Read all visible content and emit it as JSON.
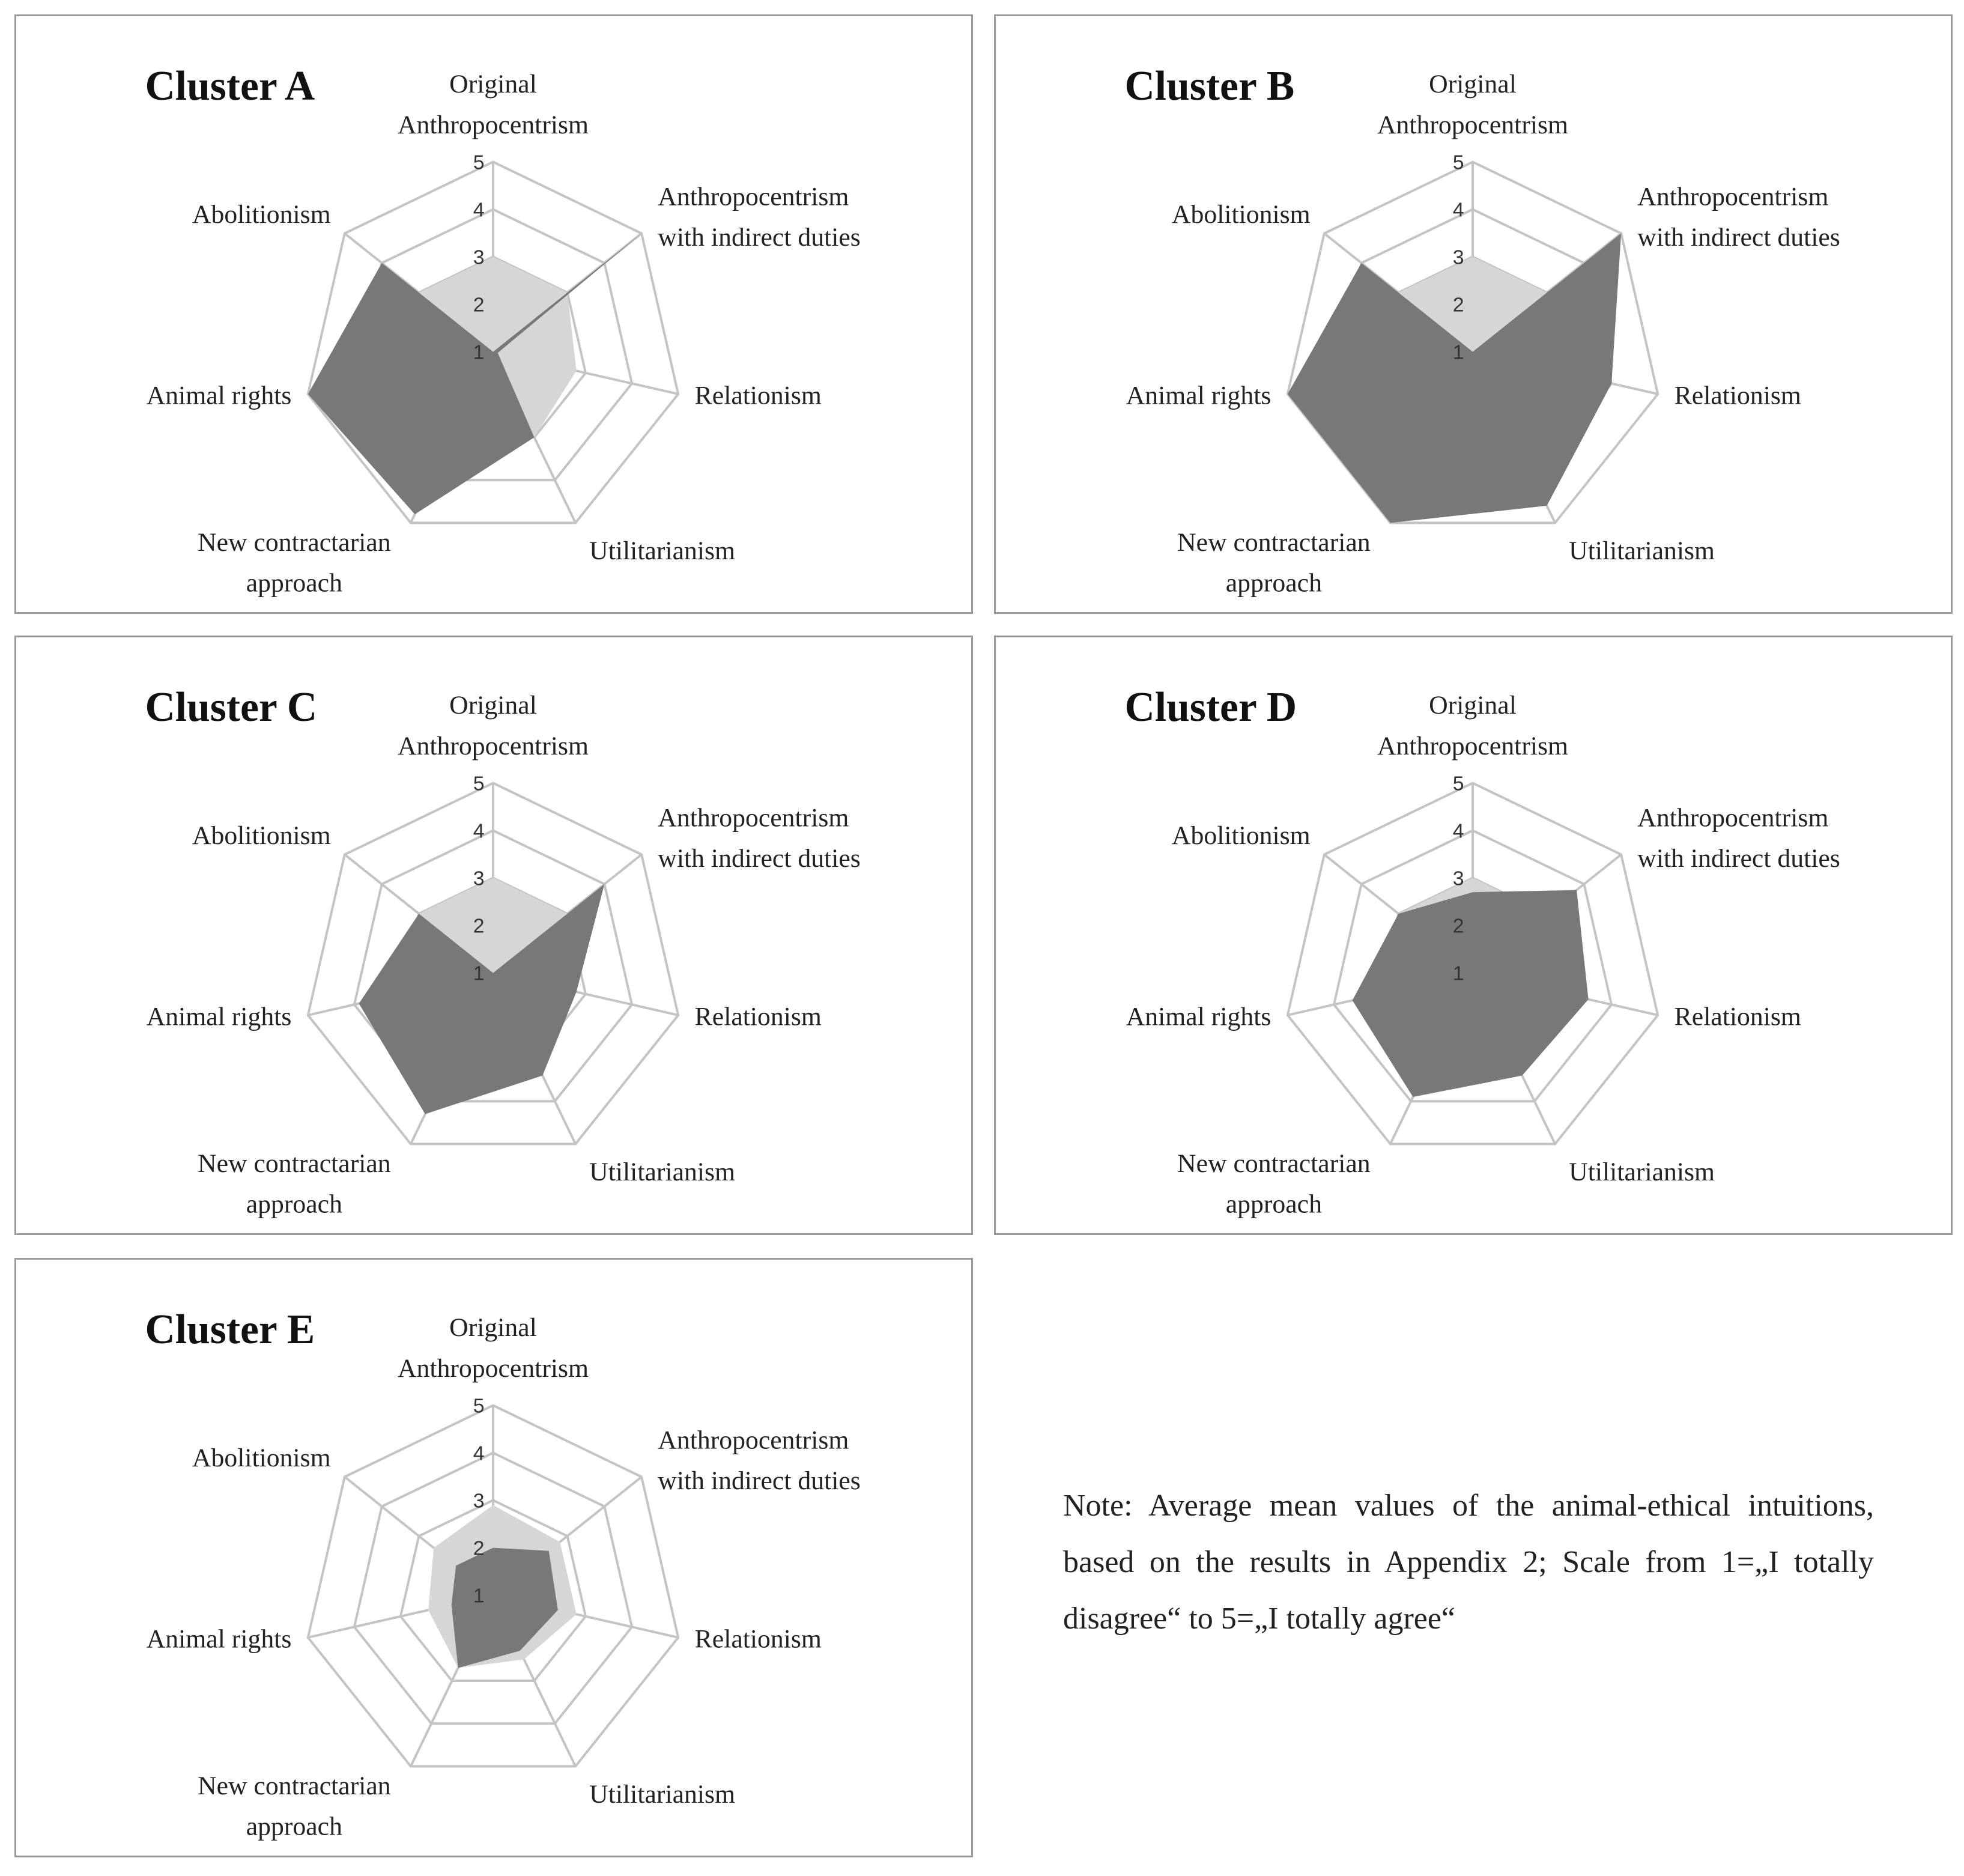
{
  "chart_data": [
    {
      "type": "radar",
      "title": "Cluster A",
      "axes": [
        "Original Anthropocentrism",
        "Anthropocentrism with indirect duties",
        "Relationism",
        "Utilitarianism",
        "New contractarian approach",
        "Animal rights",
        "Abolitionism"
      ],
      "ticks": [
        "1",
        "2",
        "3",
        "4",
        "5"
      ],
      "rlim": [
        1,
        5
      ],
      "series": [
        {
          "values": [
            1.0,
            5.0,
            1.1,
            3.0,
            4.8,
            5.0,
            4.0
          ]
        },
        {
          "values": [
            3.0,
            3.0,
            2.8,
            3.0,
            3.0,
            3.0,
            3.0
          ]
        }
      ]
    },
    {
      "type": "radar",
      "title": "Cluster B",
      "axes": [
        "Original Anthropocentrism",
        "Anthropocentrism with indirect duties",
        "Relationism",
        "Utilitarianism",
        "New contractarian approach",
        "Animal rights",
        "Abolitionism"
      ],
      "ticks": [
        "1",
        "2",
        "3",
        "4",
        "5"
      ],
      "rlim": [
        1,
        5
      ],
      "series": [
        {
          "values": [
            1.0,
            5.0,
            4.0,
            4.6,
            5.0,
            5.0,
            4.0
          ]
        },
        {
          "values": [
            3.0,
            3.0,
            2.8,
            3.0,
            3.0,
            3.0,
            3.0
          ]
        }
      ]
    },
    {
      "type": "radar",
      "title": "Cluster C",
      "axes": [
        "Original Anthropocentrism",
        "Anthropocentrism with indirect duties",
        "Relationism",
        "Utilitarianism",
        "New contractarian approach",
        "Animal rights",
        "Abolitionism"
      ],
      "ticks": [
        "1",
        "2",
        "3",
        "4",
        "5"
      ],
      "rlim": [
        1,
        5
      ],
      "series": [
        {
          "values": [
            1.0,
            4.0,
            2.8,
            3.4,
            4.3,
            3.9,
            3.0
          ]
        },
        {
          "values": [
            3.0,
            3.0,
            2.8,
            3.0,
            3.0,
            3.0,
            3.0
          ]
        }
      ]
    },
    {
      "type": "radar",
      "title": "Cluster D",
      "axes": [
        "Original Anthropocentrism",
        "Anthropocentrism with indirect duties",
        "Relationism",
        "Utilitarianism",
        "New contractarian approach",
        "Animal rights",
        "Abolitionism"
      ],
      "ticks": [
        "1",
        "2",
        "3",
        "4",
        "5"
      ],
      "rlim": [
        1,
        5
      ],
      "series": [
        {
          "values": [
            2.7,
            3.8,
            3.5,
            3.4,
            3.9,
            3.6,
            3.0
          ]
        },
        {
          "values": [
            3.0,
            3.0,
            2.8,
            3.0,
            3.0,
            3.0,
            3.0
          ]
        }
      ]
    },
    {
      "type": "radar",
      "title": "Cluster E",
      "axes": [
        "Original Anthropocentrism",
        "Anthropocentrism with indirect duties",
        "Relationism",
        "Utilitarianism",
        "New contractarian approach",
        "Animal rights",
        "Abolitionism"
      ],
      "ticks": [
        "1",
        "2",
        "3",
        "4",
        "5"
      ],
      "rlim": [
        1,
        5
      ],
      "series": [
        {
          "values": [
            2.0,
            2.5,
            2.4,
            2.3,
            2.7,
            1.9,
            2.0
          ]
        },
        {
          "values": [
            2.9,
            2.8,
            2.8,
            2.5,
            2.7,
            2.4,
            2.6
          ]
        }
      ]
    }
  ],
  "note": "Note: Average mean values of the animal-ethical intuitions, based on the results in Appendix 2; Scale from 1=„I totally disagree“ to 5=„I totally agree“",
  "colors": {
    "primary_series": "#787878",
    "secondary_series": "#d6d6d6",
    "grid": "#c4c4c4",
    "panel_border": "#9a9a9a"
  }
}
